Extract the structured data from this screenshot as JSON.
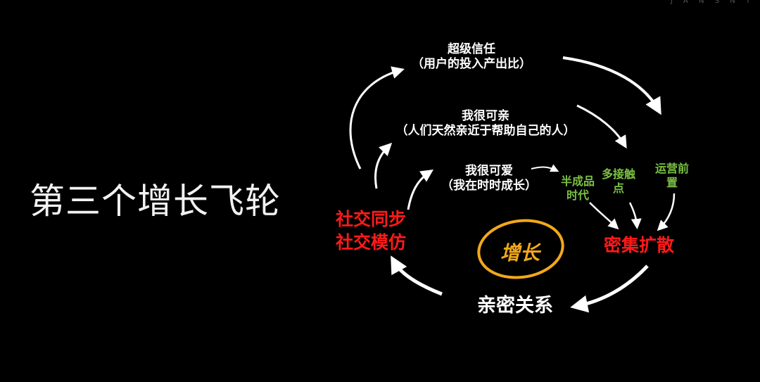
{
  "title": "第三个增长飞轮",
  "center": "增长",
  "nodes": {
    "super_trust": {
      "line1": "超级信任",
      "line2": "（用户的投入产出比）"
    },
    "very_approachable": {
      "line1": "我很可亲",
      "line2": "（人们天然亲近于帮助自己的人）"
    },
    "very_lovable": {
      "line1": "我很可爱",
      "line2": "（我在时时成长）"
    },
    "social_sync": {
      "line1": "社交同步",
      "line2": "社交模仿"
    },
    "dense_spread": "密集扩散",
    "intimate_relation": "亲密关系",
    "semi_finished": {
      "line1": "半成品",
      "line2": "时代"
    },
    "more_contact": {
      "line1": "多接触",
      "line2": "点"
    },
    "ops_forward": {
      "line1": "运营前",
      "line2": "置"
    }
  },
  "colors": {
    "background": "#000000",
    "text": "#ffffff",
    "accent_red": "#ff1a1a",
    "accent_green": "#7bc143",
    "accent_orange": "#f2a81a"
  }
}
